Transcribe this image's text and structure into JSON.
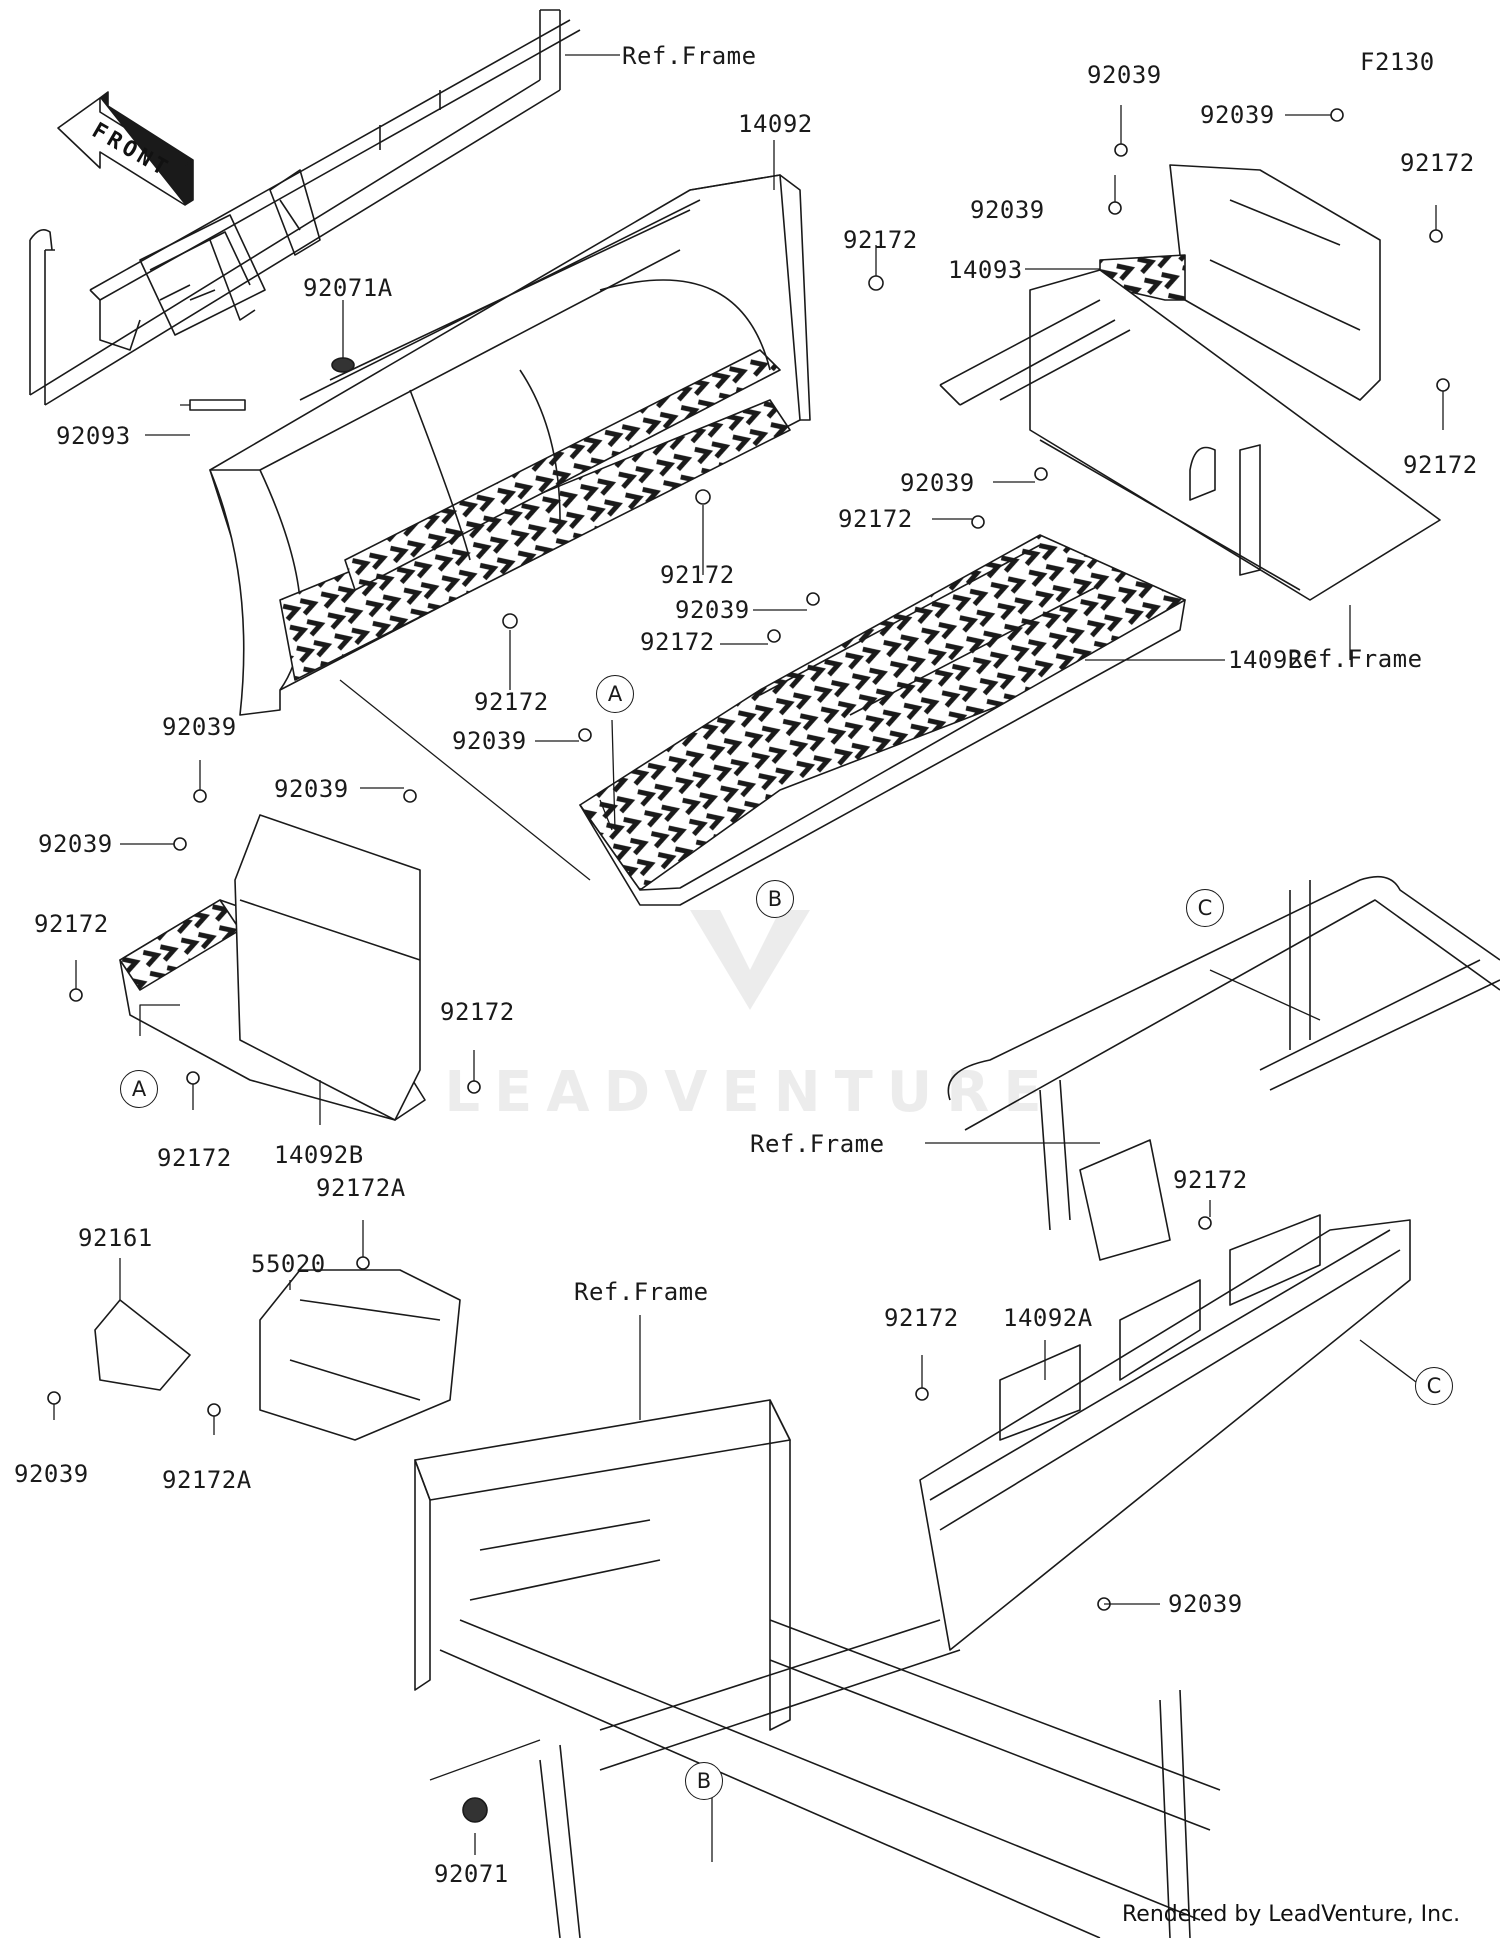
{
  "diagram_code": "F2130",
  "front_label": "FRONT",
  "watermark": "LEADVENTURE",
  "credit": "Rendered by LeadVenture, Inc.",
  "colors": {
    "line": "#1a1a1a",
    "part_fill": "#ffffff",
    "mat_fill": "#222222"
  },
  "icons": {
    "front_arrow": "front-arrow-icon",
    "watermark_logo": "leadventure-logo-icon"
  },
  "labels": [
    "Ref.Frame",
    "14092",
    "92172",
    "92071A",
    "92093",
    "92172",
    "92172",
    "92039",
    "92039",
    "92039",
    "92172",
    "14093",
    "92172",
    "92172",
    "92039",
    "92172",
    "92039",
    "92172",
    "14092C",
    "Ref.Frame",
    "92039",
    "92039",
    "92039",
    "92039",
    "92172",
    "92172",
    "92172",
    "14092B",
    "Ref.Frame",
    "92172",
    "92172",
    "14092A",
    "92039",
    "92172A",
    "92161",
    "55020",
    "92039",
    "92172A",
    "Ref.Frame",
    "92071"
  ],
  "markers": [
    "A",
    "B",
    "A",
    "C",
    "C",
    "B"
  ]
}
